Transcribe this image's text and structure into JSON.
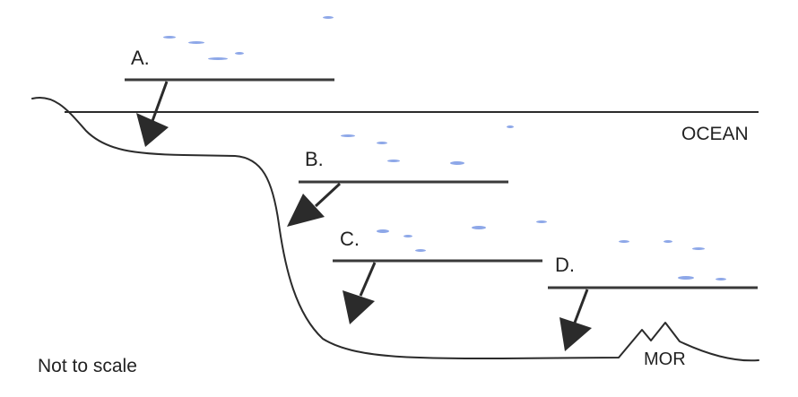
{
  "labels": {
    "a": "A.",
    "b": "B.",
    "c": "C.",
    "d": "D.",
    "ocean": "OCEAN",
    "mor": "MOR",
    "note": "Not to scale"
  },
  "colors": {
    "ink": "#222222",
    "line": "#2b2b2b",
    "erased_pen": "#2f5fd6"
  }
}
